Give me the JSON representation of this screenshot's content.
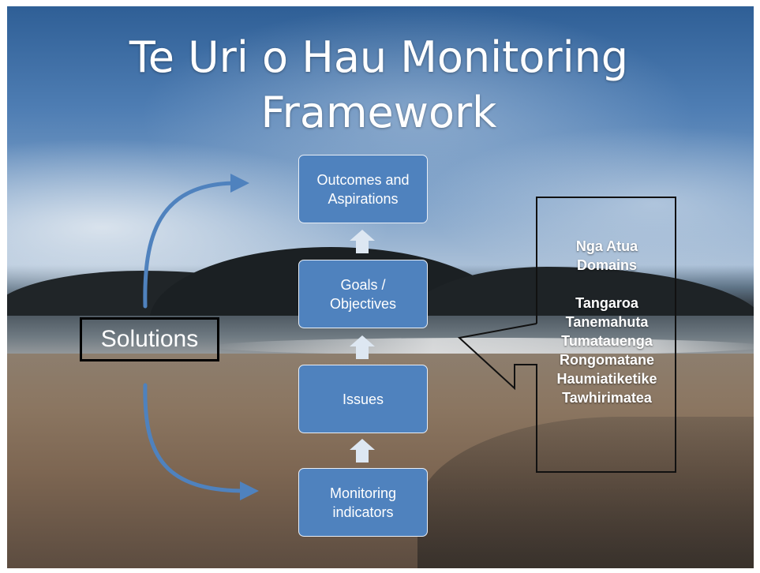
{
  "slide": {
    "title_lines": [
      "Te Uri o Hau Monitoring",
      "Framework"
    ]
  },
  "flow_steps": [
    {
      "label": "Outcomes and Aspirations"
    },
    {
      "label": "Goals / Objectives"
    },
    {
      "label": "Issues"
    },
    {
      "label": "Monitoring indicators"
    }
  ],
  "solutions": {
    "label": "Solutions"
  },
  "domains": {
    "heading_lines": [
      "Nga Atua",
      "Domains"
    ],
    "items": [
      "Tangaroa",
      "Tanemahuta",
      "Tumatauenga",
      "Rongomatane",
      "Haumiatiketike",
      "Tawhirimatea"
    ]
  },
  "colors": {
    "step_box_fill": "#4f82be",
    "arrow_blue": "#4f82be",
    "up_arrow_fill": "#dde7f2",
    "text": "#ffffff"
  }
}
